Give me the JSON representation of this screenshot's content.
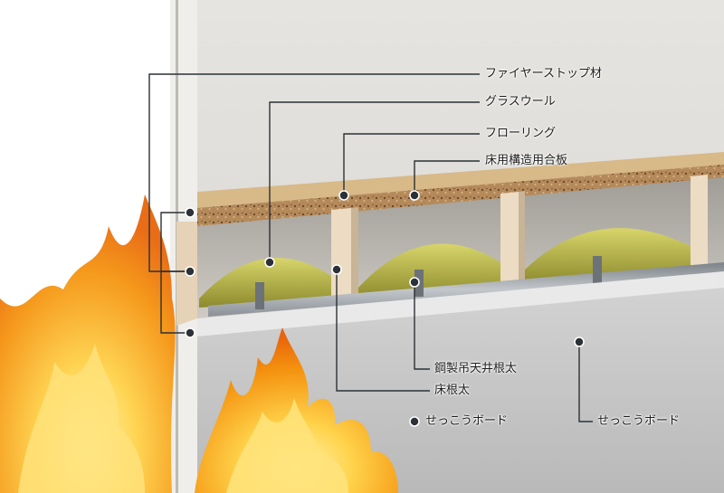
{
  "labels": {
    "fire_stop": "ファイヤーストップ材",
    "glass_wool": "グラスウール",
    "flooring": "フローリング",
    "floor_plywood": "床用構造用合板",
    "steel_joist": "鋼製吊天井根太",
    "floor_joist": "床根太",
    "gypsum_board_left": "せっこうボード",
    "gypsum_board_right": "せっこうボード"
  },
  "colors": {
    "wall": "#dcdad6",
    "plywood": "#b88f62",
    "joist_wood": "#e8d6bc",
    "glass_wool": "#a5a23f",
    "steel": "#9aa0a6",
    "ceiling_board": "#c9c9c9",
    "flame_outer": "#f49a16",
    "flame_inner": "#ffd95a",
    "leader_line": "#2b3136"
  },
  "icons": [
    "flame-icon",
    "leader-dot"
  ]
}
